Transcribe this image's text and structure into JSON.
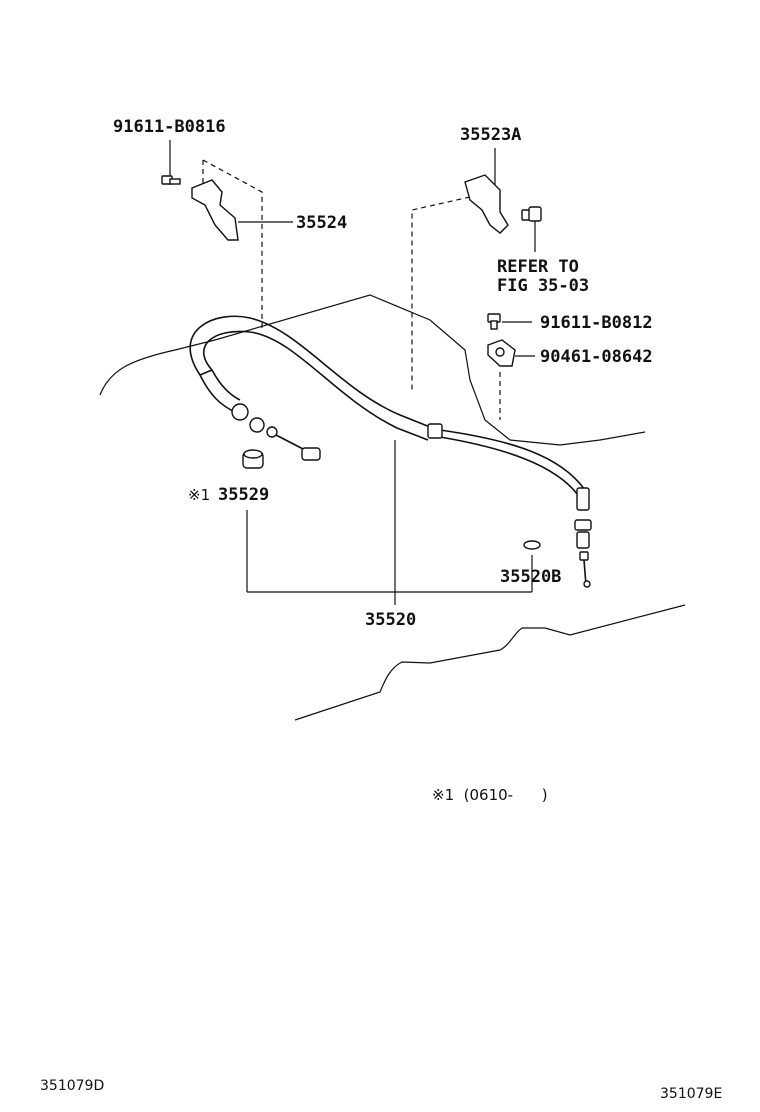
{
  "labels": {
    "bolt_top_left": "91611-B0816",
    "bracket_left": "35524",
    "bracket_right": "35523A",
    "refer_line1": "REFER TO",
    "refer_line2": "FIG 35-03",
    "bolt_right": "91611-B0812",
    "clamp_right": "90461-08642",
    "grommet_mark": "※1",
    "grommet": "35529",
    "ring": "35520B",
    "cable_assy": "35520",
    "footnote": "※1  (0610-      )",
    "code_left": "351079D",
    "code_right": "351079E"
  }
}
